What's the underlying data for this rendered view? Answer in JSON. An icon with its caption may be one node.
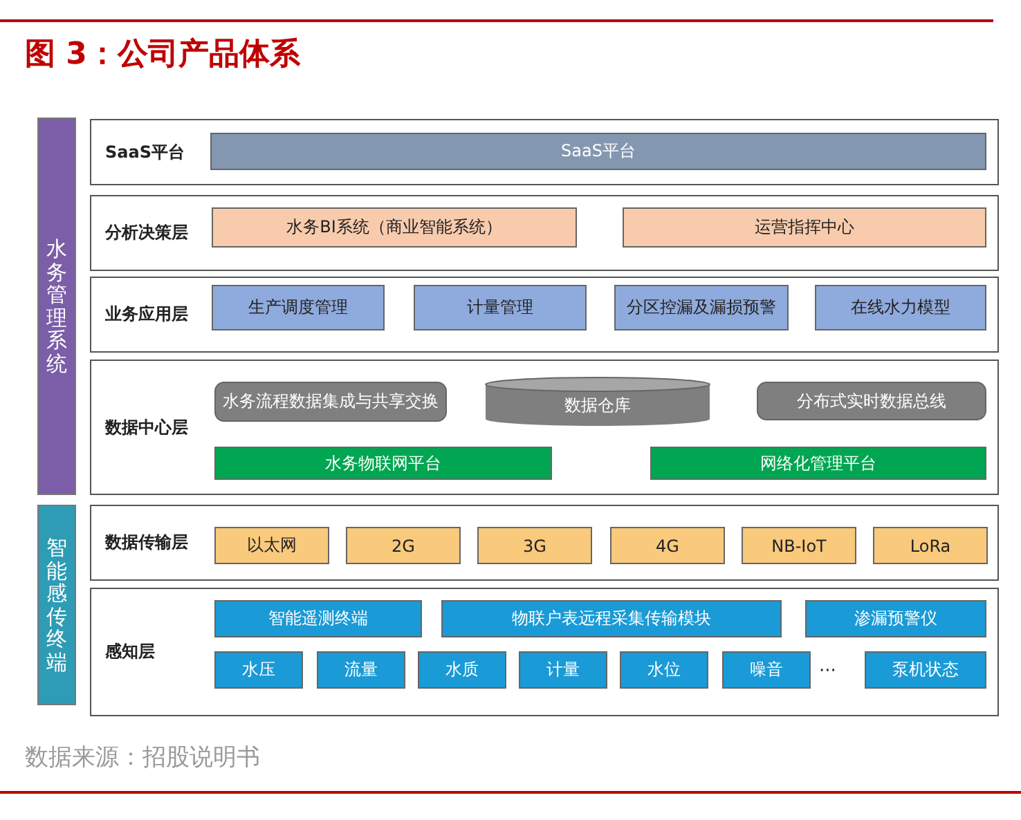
{
  "diagram": {
    "title": "图 3：公司产品体系",
    "caption": "数据来源：招股说明书",
    "nodes": [
      {
        "text": [
          "水务管理系统"
        ]
      },
      {
        "text": [
          "SaaS平台"
        ]
      },
      {
        "text": [
          "SaaS平台"
        ],
        "in": 1
      },
      {
        "text": [
          "分析决策层"
        ]
      },
      {
        "text": [
          "水务BI系统（商业智能系统）"
        ],
        "in": 3
      },
      {
        "text": [
          "运营指挥中心"
        ],
        "in": 3
      },
      {
        "text": [
          "业务应用层"
        ]
      },
      {
        "text": [
          "生产调度管理"
        ],
        "in": 6
      },
      {
        "text": [
          "计量管理"
        ],
        "in": 6
      },
      {
        "text": [
          "分区控漏及漏损预警"
        ],
        "in": 6
      },
      {
        "text": [
          "在线水力模型"
        ],
        "in": 6
      },
      {
        "text": [
          "数据中心层"
        ]
      },
      {
        "text": [
          "水务流程数据集成与共享交换"
        ],
        "in": 11
      },
      {
        "text": [
          "数据仓库"
        ],
        "in": 11
      },
      {
        "text": [
          "分布式实时数据总线"
        ],
        "in": 11
      },
      {
        "text": [
          "水务物联网平台"
        ],
        "in": 11
      },
      {
        "text": [
          "网络化管理平台"
        ],
        "in": 11
      },
      {
        "text": [
          "智能感传终端"
        ]
      },
      {
        "text": [
          "数据传输层"
        ]
      },
      {
        "text": [
          "以太网"
        ],
        "in": 18
      },
      {
        "text": [
          "2G"
        ],
        "in": 18
      },
      {
        "text": [
          "3G"
        ],
        "in": 18
      },
      {
        "text": [
          "4G"
        ],
        "in": 18
      },
      {
        "text": [
          "NB-IoT"
        ],
        "in": 18
      },
      {
        "text": [
          "LoRa"
        ],
        "in": 18
      },
      {
        "text": [
          "感知层"
        ]
      },
      {
        "text": [
          "智能遥测终端"
        ],
        "in": 25
      },
      {
        "text": [
          "物联户表远程采集传输模块"
        ],
        "in": 25
      },
      {
        "text": [
          "渗漏预警仪"
        ],
        "in": 25
      },
      {
        "text": [
          "水压"
        ],
        "in": 25
      },
      {
        "text": [
          "流量"
        ],
        "in": 25
      },
      {
        "text": [
          "水质"
        ],
        "in": 25
      },
      {
        "text": [
          "计量"
        ],
        "in": 25
      },
      {
        "text": [
          "水位"
        ],
        "in": 25
      },
      {
        "text": [
          "噪音"
        ],
        "in": 25
      },
      {
        "text": [
          "泵机状态"
        ],
        "in": 25
      }
    ],
    "labels": [
      "···"
    ]
  }
}
